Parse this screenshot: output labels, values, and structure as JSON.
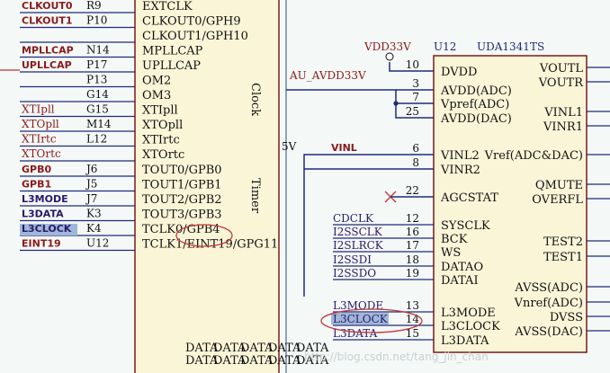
{
  "left_chip": {
    "upper_nets": [
      {
        "net": "CLKOUT0",
        "pin": "R9",
        "func": "EXTCLK"
      },
      {
        "net": "CLKOUT1",
        "pin": "P10",
        "func": "CLKOUT0/GPH9"
      },
      {
        "net": "",
        "pin": "",
        "func": "CLKOUT1/GPH10"
      },
      {
        "net": "MPLLCAP",
        "pin": "N14",
        "func": "MPLLCAP"
      },
      {
        "net": "UPLLCAP",
        "pin": "P17",
        "func": "UPLLCAP"
      },
      {
        "net": "",
        "pin": "P13",
        "func": "OM2"
      },
      {
        "net": "",
        "pin": "G14",
        "func": "OM3"
      },
      {
        "net": "XTIpll",
        "pin": "G15",
        "func": "XTIpll"
      },
      {
        "net": "XTOpll",
        "pin": "M14",
        "func": "XTOpll"
      },
      {
        "net": "XTIrtc",
        "pin": "L12",
        "func": "XTIrtc"
      },
      {
        "net": "XTOrtc",
        "pin": "",
        "func": "XTOrtc"
      }
    ],
    "lower_nets": [
      {
        "net": "GPB0",
        "pin": "J6",
        "func": "TOUT0/GPB0"
      },
      {
        "net": "GPB1",
        "pin": "J5",
        "func": "TOUT1/GPB1"
      },
      {
        "net": "L3MODE",
        "pin": "J7",
        "func": "TOUT2/GPB2"
      },
      {
        "net": "L3DATA",
        "pin": "K3",
        "func": "TOUT3/GPB3"
      },
      {
        "net": "L3CLOCK",
        "pin": "K4",
        "func": "TCLK0/GPB4"
      },
      {
        "net": "EINT19",
        "pin": "U12",
        "func": "TCLK1/EINT19/GPG11"
      }
    ],
    "section_clock": "Clock",
    "section_timer": "Timer",
    "data_fragment": "DATA"
  },
  "middle": {
    "au_avdd_label": "AU_AVDD33V",
    "v_label": "5V",
    "vinl_label": "VINL"
  },
  "right_chip": {
    "vdd_label": "VDD33V",
    "ref": "U12",
    "part": "UDA1341TS",
    "left_pins": [
      {
        "num": "10",
        "name": "DVDD"
      },
      {
        "num": "3",
        "name": "AVDD(ADC)"
      },
      {
        "num": "7",
        "name": "Vpref(ADC)"
      },
      {
        "num": "25",
        "name": "AVDD(DAC)"
      },
      {
        "num": "6",
        "name": "VINL2"
      },
      {
        "num": "8",
        "name": "VINR2"
      },
      {
        "num": "22",
        "name": "AGCSTAT"
      },
      {
        "num": "12",
        "name": "SYSCLK",
        "net": "CDCLK"
      },
      {
        "num": "16",
        "name": "BCK",
        "net": "I2SSCLK"
      },
      {
        "num": "17",
        "name": "WS",
        "net": "I2SLRCK"
      },
      {
        "num": "18",
        "name": "DATAO",
        "net": "I2SSDI"
      },
      {
        "num": "19",
        "name": "DATAI",
        "net": "I2SSDO"
      },
      {
        "num": "13",
        "name": "L3MODE",
        "net": "L3MODE"
      },
      {
        "num": "14",
        "name": "L3CLOCK",
        "net": "L3CLOCK"
      },
      {
        "num": "15",
        "name": "L3DATA",
        "net": "L3DATA"
      }
    ],
    "right_pins": [
      "VOUTL",
      "VOUTR",
      "VINL1",
      "VINR1",
      "Vref(ADC&DAC)",
      "QMUTE",
      "OVERFL",
      "TEST2",
      "TEST1",
      "AVSS(ADC)",
      "Vnref(ADC)",
      "DVSS",
      "AVSS(DAC)"
    ]
  },
  "watermark": "http://blog.csdn.net/tang_jin_chan",
  "colors": {
    "wire_blue": "#1f2a7a",
    "net_dark": "#2a1a6a",
    "net_red": "#8a1a1a",
    "chip_fill": "#fbf5d8",
    "chip_border": "#7a1a1a",
    "highlight_blue": "#9fb7d9",
    "ellipse_red": "#c33a3a",
    "pin_red": "#b33"
  }
}
